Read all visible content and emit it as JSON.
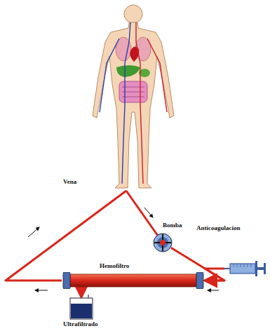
{
  "diagram": {
    "nodes": [
      {
        "text": [
          "Bomba"
        ]
      },
      {
        "text": [
          "Anticoagulacion"
        ]
      },
      {
        "text": [
          "Hemofiltro"
        ]
      },
      {
        "text": [
          "Ultrafiltrado"
        ]
      }
    ],
    "edges": [
      {
        "from": 0,
        "to": 2,
        "arrow": "to"
      },
      {
        "from": 1,
        "to": 2,
        "arrow": "to"
      },
      {
        "from": 2,
        "to": 3,
        "arrow": "to"
      }
    ],
    "labels": [
      "Vena"
    ]
  }
}
